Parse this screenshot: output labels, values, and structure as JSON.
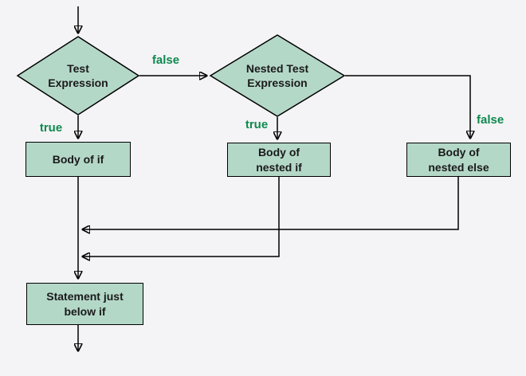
{
  "diagram": {
    "type": "flowchart",
    "topic": "nested if...else statement flow",
    "nodes": {
      "test": {
        "shape": "diamond",
        "lines": [
          "Test",
          "Expression"
        ]
      },
      "nested_test": {
        "shape": "diamond",
        "lines": [
          "Nested Test",
          "Expression"
        ]
      },
      "body_if": {
        "shape": "rect",
        "lines": [
          "Body of if"
        ]
      },
      "body_nested_if": {
        "shape": "rect",
        "lines": [
          "Body of",
          "nested if"
        ]
      },
      "body_nested_else": {
        "shape": "rect",
        "lines": [
          "Body of",
          "nested else"
        ]
      },
      "statement_below": {
        "shape": "rect",
        "lines": [
          "Statement just",
          "below if"
        ]
      }
    },
    "edge_labels": {
      "test_false": "false",
      "test_true": "true",
      "nested_true": "true",
      "nested_false": "false"
    },
    "colors": {
      "background": "#f4f3f5",
      "node_fill": "#b4d8c8",
      "node_border": "#000000",
      "connector": "#000000",
      "branch_label_green": "#0e8a4f",
      "node_text": "#1a1a1a"
    }
  }
}
